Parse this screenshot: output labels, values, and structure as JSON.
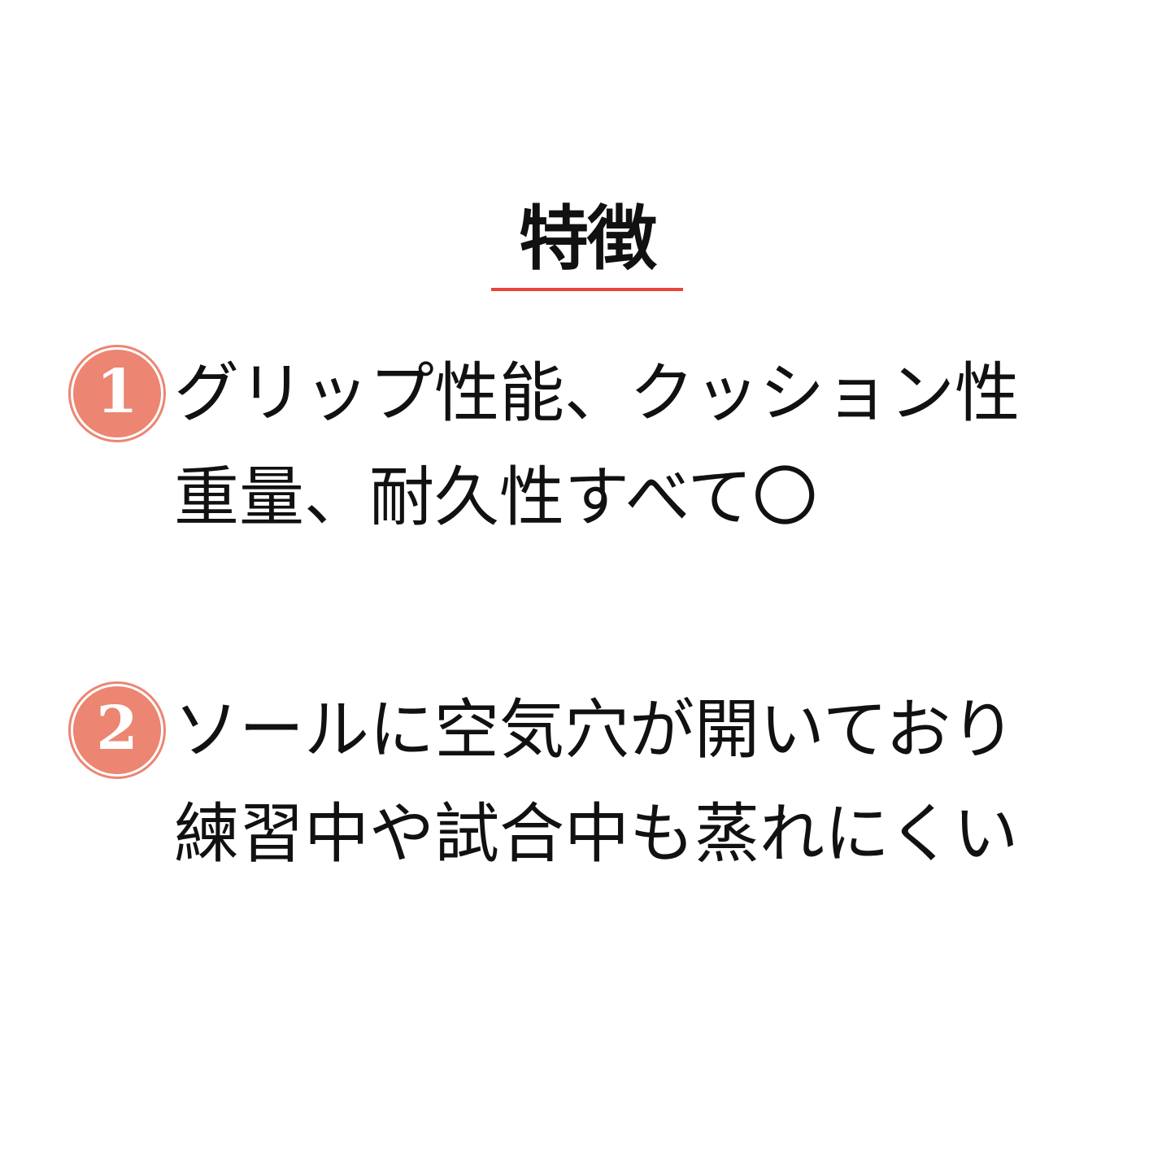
{
  "title": "特徴",
  "accent_color": "#e8453c",
  "badge_color": "#ec8571",
  "features": [
    {
      "number": "1",
      "lines": [
        "グリップ性能、クッション性",
        "重量、耐久性すべて〇"
      ]
    },
    {
      "number": "2",
      "lines": [
        "ソールに空気穴が開いており",
        "練習中や試合中も蒸れにくい"
      ]
    }
  ]
}
